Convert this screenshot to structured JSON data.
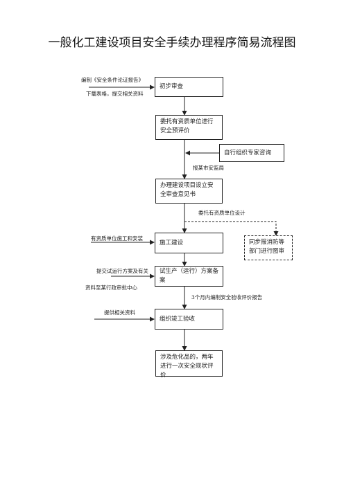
{
  "title": "一般化工建设项目安全手续办理程序简易流程图",
  "steps": {
    "preliminary_review": "初步审查",
    "entrust_pre_eval": "委托有资质单位进行安全预评价",
    "expert_consult": "自行组织专家咨询",
    "safety_review_opinion": "办理建设项目设立安全审查意见书",
    "construction": "施工建设",
    "fire_review": "同步报消防等部门进行图审",
    "trial_plan_record": "试生产（运行）方案备案",
    "acceptance": "组织竣工验收",
    "periodic_eval": "涉及危化品的，两年进行一次安全现状评价"
  },
  "notes": {
    "compile_report": "编制《安全条件论证报告》",
    "download_forms": "下载表格，提交相关资料",
    "report_city_bureau": "报某市安监局",
    "entrust_design": "委托有资质单位设计",
    "qualified_construction": "有资质单位施工和安装",
    "submit_trial_plan": "提交试运行方案及有关",
    "materials_to_center": "资料至某行政审批中心",
    "compile_acceptance_report": "3个月内编制安全验收评价报告",
    "provide_materials": "提供相关资料"
  }
}
